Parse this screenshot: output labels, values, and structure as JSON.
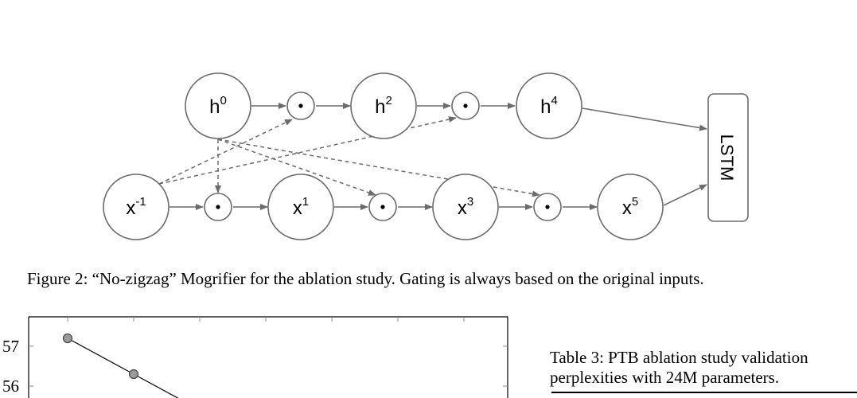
{
  "figure": {
    "nodes": [
      {
        "id": "h0",
        "base": "h",
        "sup": "0"
      },
      {
        "id": "h2",
        "base": "h",
        "sup": "2"
      },
      {
        "id": "h4",
        "base": "h",
        "sup": "4"
      },
      {
        "id": "xm1",
        "base": "x",
        "sup": "-1"
      },
      {
        "id": "x1",
        "base": "x",
        "sup": "1"
      },
      {
        "id": "x3",
        "base": "x",
        "sup": "3"
      },
      {
        "id": "x5",
        "base": "x",
        "sup": "5"
      }
    ],
    "lstm_label": "LSTM",
    "caption": "Figure 2: “No-zigzag” Mogrifier for the ablation study. Gating is always based on the original inputs."
  },
  "table": {
    "caption_line1": "Table 3: PTB ablation study validation",
    "caption_line2": "perplexities with 24M parameters."
  },
  "chart_data": {
    "type": "line",
    "y_tick_labels": [
      "57",
      "56"
    ],
    "points_visible": [
      {
        "y": 57.2
      },
      {
        "y": 56.3
      }
    ]
  },
  "colors": {
    "stroke": "#6b6b6b",
    "marker_fill": "#9a9a9a"
  }
}
